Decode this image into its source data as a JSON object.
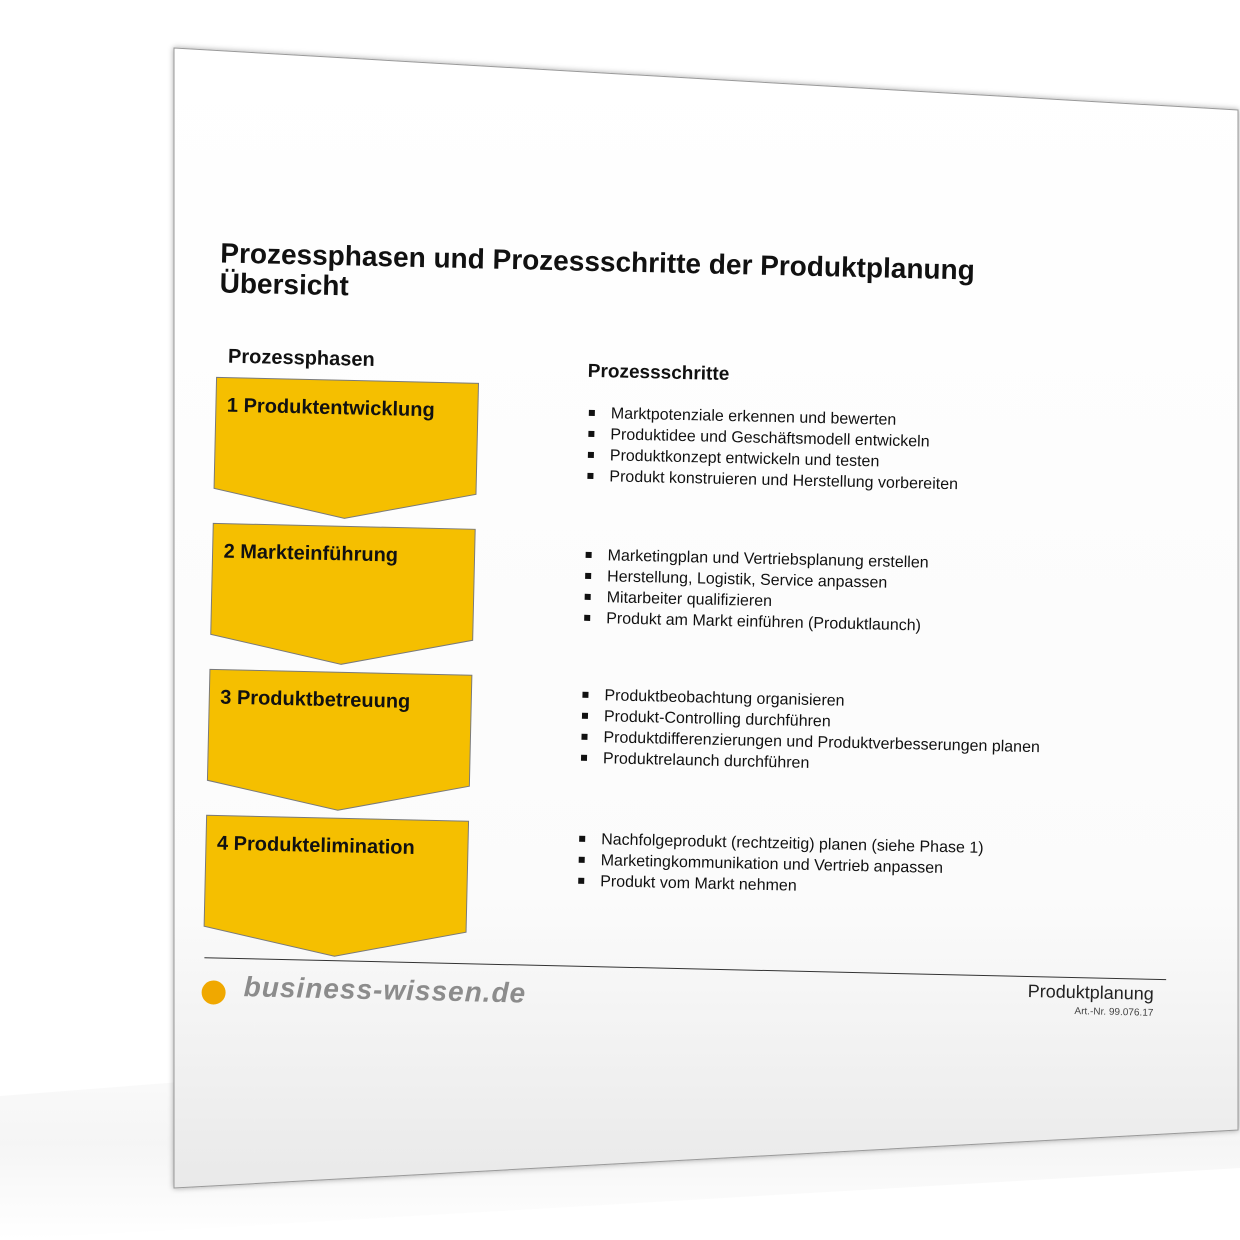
{
  "document": {
    "title_line1": "Prozessphasen und Prozessschritte der Produktplanung",
    "title_line2": "Übersicht",
    "col_phases": "Prozessphasen",
    "col_steps": "Prozessschritte"
  },
  "phases": [
    {
      "label": "1 Produktentwicklung",
      "steps": [
        "Marktpotenziale erkennen und bewerten",
        "Produktidee und Geschäftsmodell entwickeln",
        "Produktkonzept entwickeln und testen",
        "Produkt konstruieren und Herstellung vorbereiten"
      ]
    },
    {
      "label": "2 Markteinführung",
      "steps": [
        "Marketingplan und Vertriebsplanung erstellen",
        "Herstellung, Logistik, Service anpassen",
        "Mitarbeiter qualifizieren",
        "Produkt am Markt einführen (Produktlaunch)"
      ]
    },
    {
      "label": "3 Produktbetreuung",
      "steps": [
        "Produktbeobachtung organisieren",
        "Produkt-Controlling durchführen",
        "Produktdifferenzierungen und Produktverbesserungen planen",
        "Produktrelaunch durchführen"
      ]
    },
    {
      "label": "4 Produktelimination",
      "steps": [
        "Nachfolgeprodukt (rechtzeitig) planen (siehe Phase 1)",
        "Marketingkommunikation und Vertrieb anpassen",
        "Produkt vom Markt nehmen"
      ]
    }
  ],
  "footer": {
    "brand": "business-wissen.de",
    "doc_name": "Produktplanung",
    "article_no": "Art.-Nr. 99.076.17"
  },
  "colors": {
    "phase_fill": "#f5bf00",
    "phase_stroke": "#7a7a7a",
    "logo_dot": "#f0a800",
    "brand_text": "#8c8c8c"
  }
}
